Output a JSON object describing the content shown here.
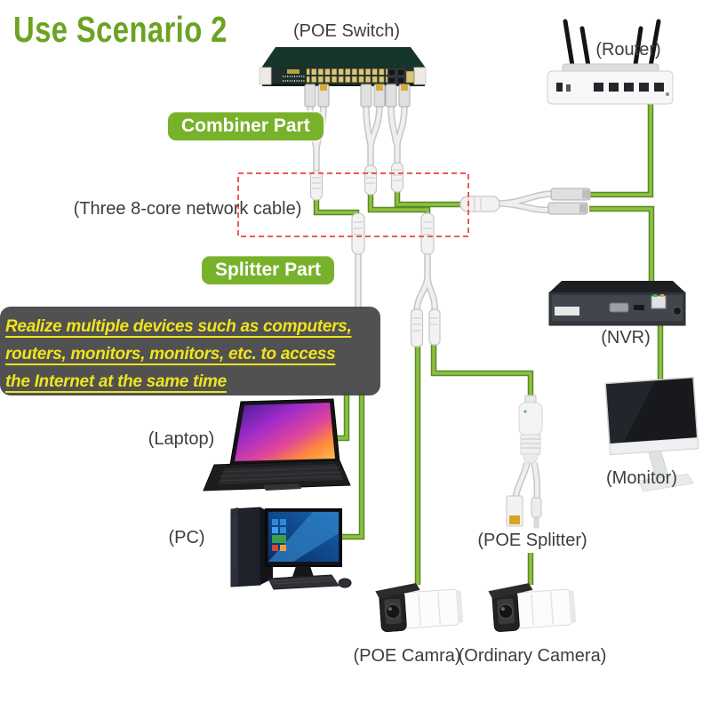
{
  "title": "Use Scenario 2",
  "pills": {
    "combiner": "Combiner Part",
    "splitter": "Splitter Part"
  },
  "note": {
    "lines": [
      "Realize multiple devices such as computers,",
      "routers, monitors, monitors, etc. to access",
      "the Internet at the same time"
    ]
  },
  "labels": {
    "poe_switch": "(POE Switch)",
    "router": "(Router)",
    "cable_note": "(Three 8-core network cable)",
    "nvr": "(NVR)",
    "monitor": "(Monitor)",
    "laptop": "(Laptop)",
    "pc": "(PC)",
    "poe_splitter": "(POE Splitter)",
    "poe_camera": "(POE Camra)",
    "ordinary_camera": "(Ordinary Camera)"
  },
  "colors": {
    "title_green": "#6ba321",
    "pill_green": "#78b22b",
    "cable_green": "#8cc043",
    "cable_green_dark": "#5a8a23",
    "dashed_red": "#ef5858",
    "note_bg": "#484848",
    "note_yellow": "#f0e41c",
    "label_gray": "#3d3d3d"
  }
}
